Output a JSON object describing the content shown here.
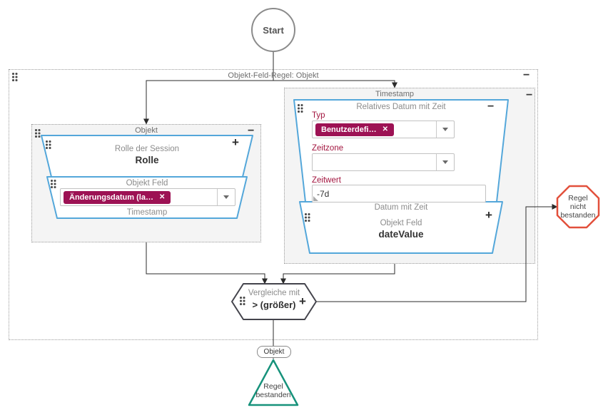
{
  "colors": {
    "node_outline_blue": "#54a7da",
    "chip_magenta": "#9d1254",
    "required_label_red": "#a2143e",
    "fail_octagon_red": "#e2503c",
    "pass_triangle_teal": "#17927b"
  },
  "icons": {
    "collapse": "−",
    "add": "+",
    "remove": "✕"
  },
  "start": {
    "label": "Start"
  },
  "outer_group": {
    "title": "Objekt-Feld-Regel: Objekt"
  },
  "object_group": {
    "title": "Objekt",
    "role_node": {
      "label": "Rolle der Session",
      "value": "Rolle"
    },
    "field_node": {
      "label": "Objekt Feld",
      "chip": "Änderungsdatum (la…",
      "footer": "Timestamp"
    }
  },
  "timestamp_group": {
    "title": "Timestamp",
    "relative_date_node": {
      "title": "Relatives Datum mit Zeit",
      "typ": {
        "label": "Typ",
        "chip": "Benutzerdefi…"
      },
      "zeitzone": {
        "label": "Zeitzone"
      },
      "zeitwert": {
        "label": "Zeitwert",
        "value": "-7d"
      }
    },
    "date_node": {
      "title": "Datum mit Zeit",
      "label": "Objekt Feld",
      "value": "dateValue"
    }
  },
  "compare_node": {
    "label": "Vergleiche mit",
    "value": "> (größer)"
  },
  "fail_node": {
    "line1": "Regel",
    "line2": "nicht",
    "line3": "bestanden"
  },
  "pass_node": {
    "line1": "Regel",
    "line2": "bestanden"
  },
  "edge_label": "Objekt"
}
